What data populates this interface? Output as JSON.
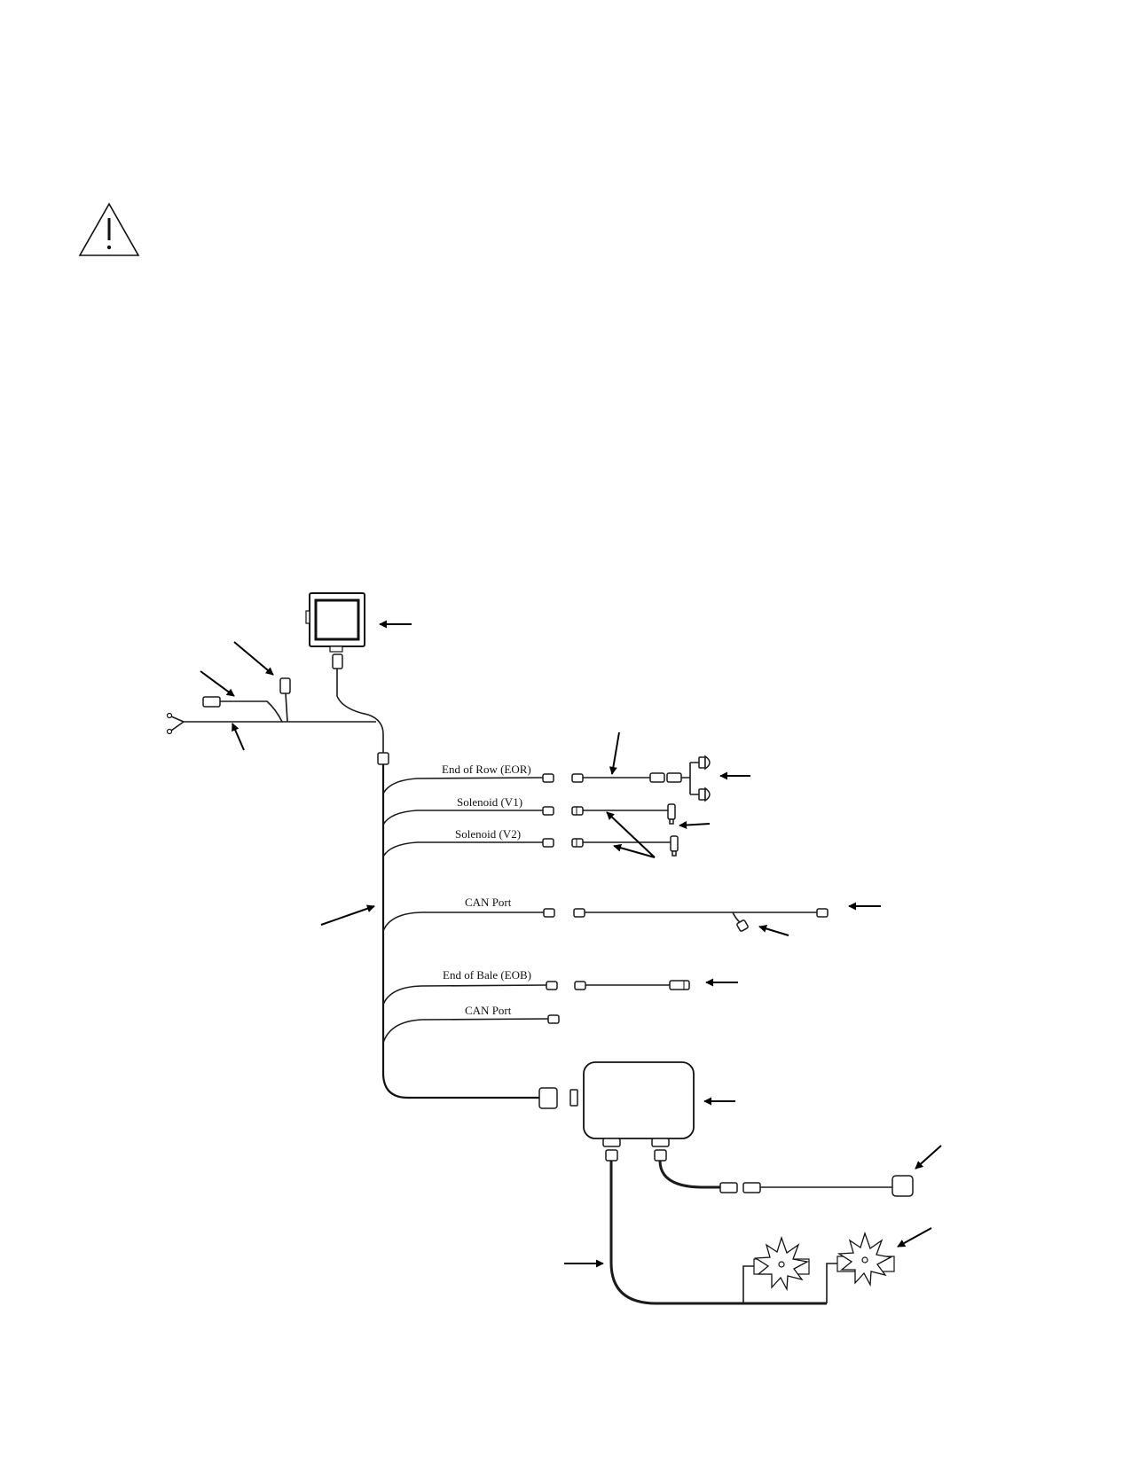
{
  "warning": {
    "icon": "warning-triangle-icon"
  },
  "harness": {
    "branches": [
      {
        "id": "eor",
        "label": "End of Row (EOR)"
      },
      {
        "id": "v1",
        "label": "Solenoid (V1)"
      },
      {
        "id": "v2",
        "label": "Solenoid  (V2)"
      },
      {
        "id": "can1",
        "label": "CAN Port"
      },
      {
        "id": "eob",
        "label": "End of Bale (EOB)"
      },
      {
        "id": "can2",
        "label": "CAN Port"
      }
    ]
  },
  "colors": {
    "line": "#1a1a1a",
    "background": "#ffffff"
  }
}
